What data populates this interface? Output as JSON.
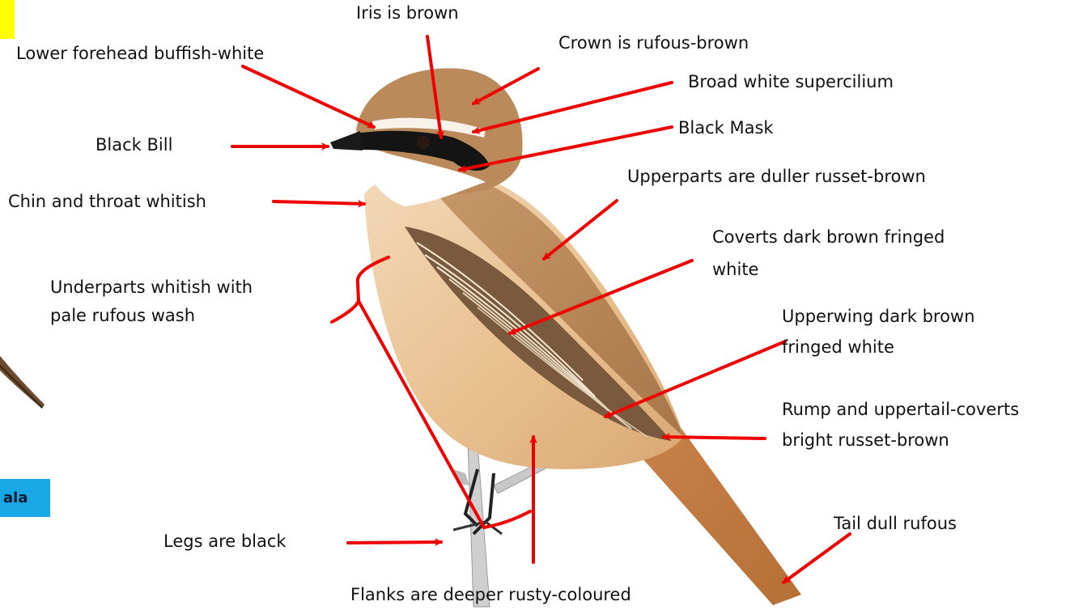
{
  "labels": {
    "iris": "Iris is  brown",
    "crown": "Crown  is rufous-brown",
    "lower_forehead": "Lower forehead buffish-white",
    "supercilium": "Broad white supercilium",
    "bill": "Black Bill",
    "mask": "Black Mask",
    "upperparts": "Upperparts are duller russet-brown",
    "chin_throat": "Chin and throat whitish",
    "coverts_line1": "Coverts dark brown  fringed",
    "coverts_line2": "white",
    "underparts_line1": "Underparts whitish with",
    "underparts_line2": "pale rufous wash",
    "upperwing_line1": "Upperwing dark brown",
    "upperwing_line2": "fringed white",
    "rump_line1": "Rump and uppertail-coverts",
    "rump_line2": "bright russet-brown",
    "tail": "Tail dull rufous",
    "legs": "Legs are black",
    "flanks": "Flanks are deeper rusty-coloured"
  },
  "side_tab": "ala",
  "colors": {
    "arrow": "#ee0000",
    "highlight_yellow": "#ffff00",
    "tab_blue": "#1aa7e6",
    "crown_brown": "#b9885a",
    "breast_buff": "#eac9a0",
    "mask_black": "#111111"
  }
}
